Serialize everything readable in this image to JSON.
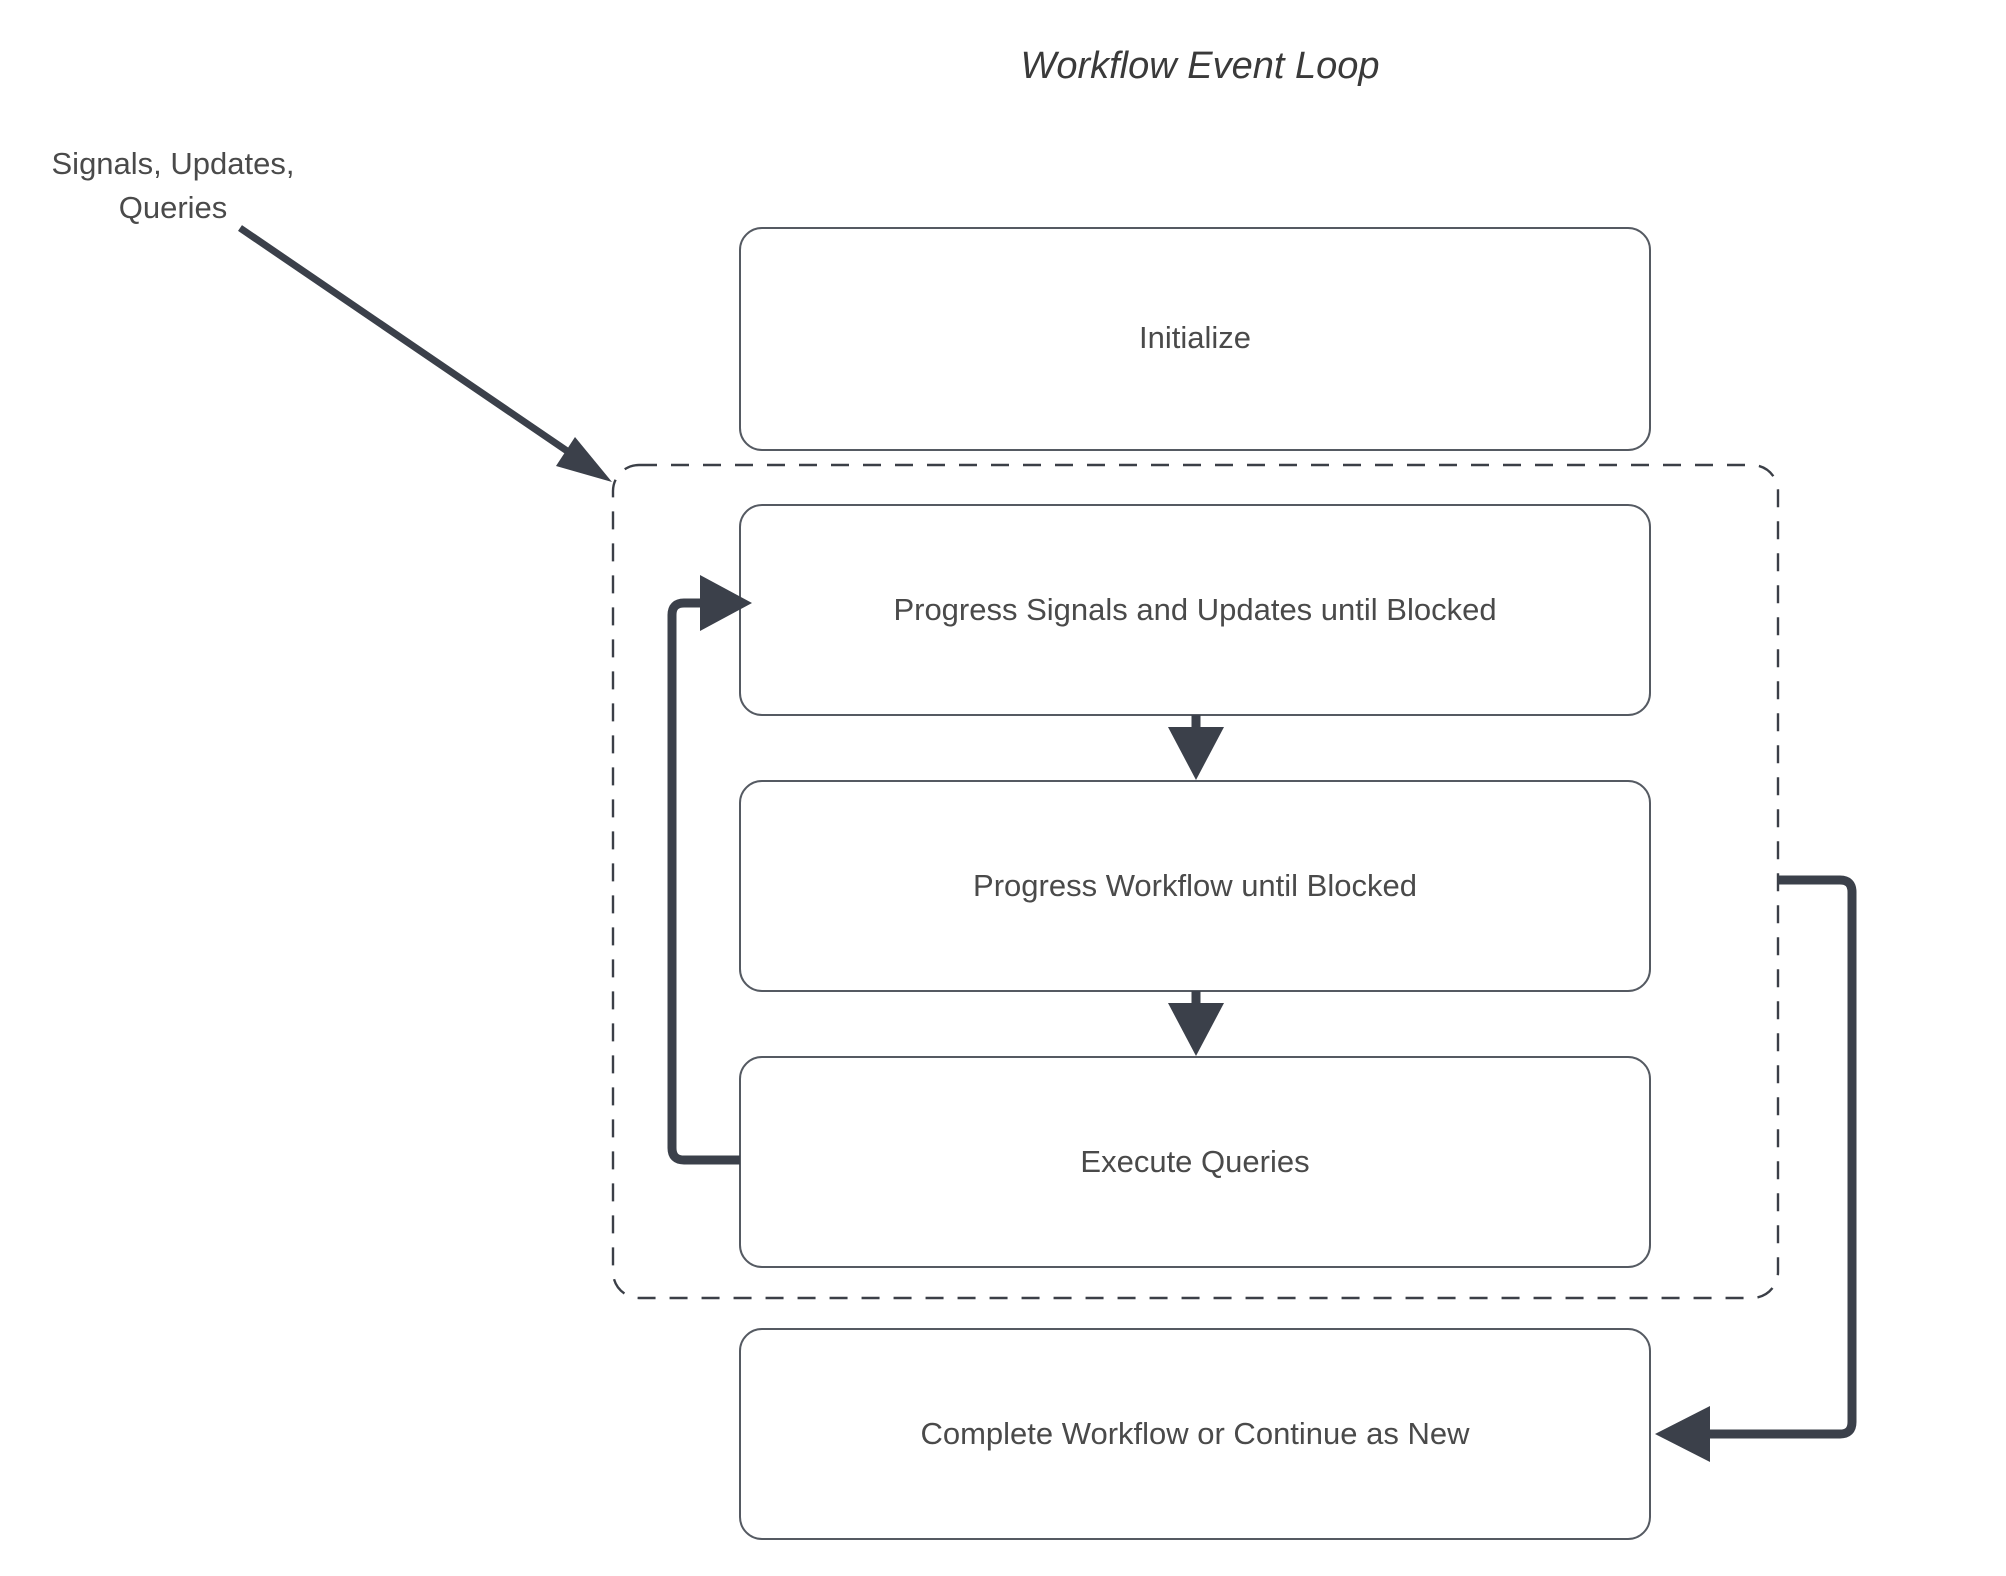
{
  "diagram": {
    "title": "Workflow Event Loop",
    "type": "flowchart",
    "background_color": "#ffffff",
    "edge_color": "#3b404a",
    "node_border_color": "#555a62",
    "text_color": "#4a4a4a",
    "external_label": {
      "line1": "Signals, Updates,",
      "line2": "Queries"
    },
    "nodes": [
      {
        "id": "initialize",
        "label": "Initialize"
      },
      {
        "id": "progress-signals",
        "label": "Progress Signals and Updates until Blocked"
      },
      {
        "id": "progress-workflow",
        "label": "Progress Workflow until Blocked"
      },
      {
        "id": "execute-queries",
        "label": "Execute Queries"
      },
      {
        "id": "complete-workflow",
        "label": "Complete Workflow or Continue as New"
      }
    ],
    "group": {
      "id": "event-loop-group",
      "style": "dashed",
      "label": ""
    },
    "edges": [
      {
        "from": "external-input",
        "to": "event-loop-group",
        "label": "",
        "style": "diagonal-arrow"
      },
      {
        "from": "progress-signals",
        "to": "progress-workflow",
        "label": "",
        "style": "straight-arrow"
      },
      {
        "from": "progress-workflow",
        "to": "execute-queries",
        "label": "",
        "style": "straight-arrow"
      },
      {
        "from": "execute-queries",
        "to": "progress-signals",
        "label": "",
        "style": "loop-back-left"
      },
      {
        "from": "event-loop-group",
        "to": "complete-workflow",
        "label": "",
        "style": "loop-right-down"
      }
    ]
  }
}
